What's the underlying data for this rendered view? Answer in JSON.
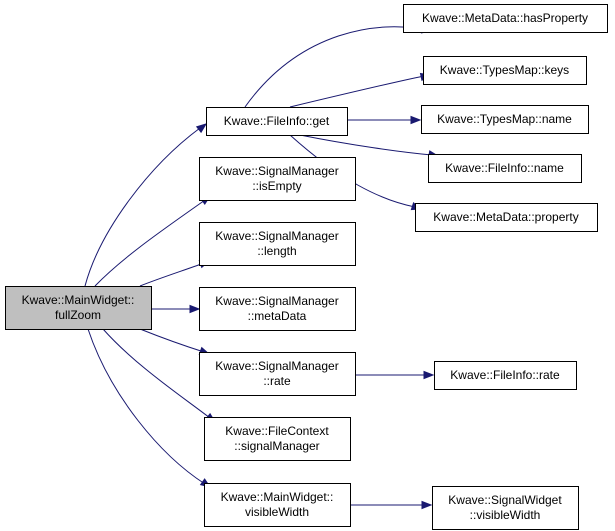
{
  "nodes": [
    {
      "id": "root",
      "lines": [
        "Kwave::MainWidget::",
        "fullZoom"
      ],
      "root": true
    },
    {
      "id": "fi_get",
      "lines": [
        "Kwave::FileInfo::get"
      ]
    },
    {
      "id": "sm_isempty",
      "lines": [
        "Kwave::SignalManager",
        "::isEmpty"
      ]
    },
    {
      "id": "sm_length",
      "lines": [
        "Kwave::SignalManager",
        "::length"
      ]
    },
    {
      "id": "sm_metadata",
      "lines": [
        "Kwave::SignalManager",
        "::metaData"
      ]
    },
    {
      "id": "sm_rate",
      "lines": [
        "Kwave::SignalManager",
        "::rate"
      ]
    },
    {
      "id": "fc_sigman",
      "lines": [
        "Kwave::FileContext",
        "::signalManager"
      ]
    },
    {
      "id": "mw_vw",
      "lines": [
        "Kwave::MainWidget::",
        "visibleWidth"
      ]
    },
    {
      "id": "md_hasprop",
      "lines": [
        "Kwave::MetaData::hasProperty"
      ]
    },
    {
      "id": "tm_keys",
      "lines": [
        "Kwave::TypesMap::keys"
      ]
    },
    {
      "id": "tm_name",
      "lines": [
        "Kwave::TypesMap::name"
      ]
    },
    {
      "id": "fi_name",
      "lines": [
        "Kwave::FileInfo::name"
      ]
    },
    {
      "id": "md_prop",
      "lines": [
        "Kwave::MetaData::property"
      ]
    },
    {
      "id": "fi_rate",
      "lines": [
        "Kwave::FileInfo::rate"
      ]
    },
    {
      "id": "sw_vw",
      "lines": [
        "Kwave::SignalWidget",
        "::visibleWidth"
      ]
    }
  ],
  "edges": [
    {
      "from": "root",
      "to": "fi_get"
    },
    {
      "from": "root",
      "to": "sm_isempty"
    },
    {
      "from": "root",
      "to": "sm_length"
    },
    {
      "from": "root",
      "to": "sm_metadata"
    },
    {
      "from": "root",
      "to": "sm_rate"
    },
    {
      "from": "root",
      "to": "fc_sigman"
    },
    {
      "from": "root",
      "to": "mw_vw"
    },
    {
      "from": "fi_get",
      "to": "md_hasprop"
    },
    {
      "from": "fi_get",
      "to": "tm_keys"
    },
    {
      "from": "fi_get",
      "to": "tm_name"
    },
    {
      "from": "fi_get",
      "to": "fi_name"
    },
    {
      "from": "fi_get",
      "to": "md_prop"
    },
    {
      "from": "sm_rate",
      "to": "fi_rate"
    },
    {
      "from": "mw_vw",
      "to": "sw_vw"
    }
  ],
  "colors": {
    "edge": "#191970",
    "root_fill": "#bfbfbf",
    "node_fill": "#ffffff",
    "border": "#000000"
  }
}
